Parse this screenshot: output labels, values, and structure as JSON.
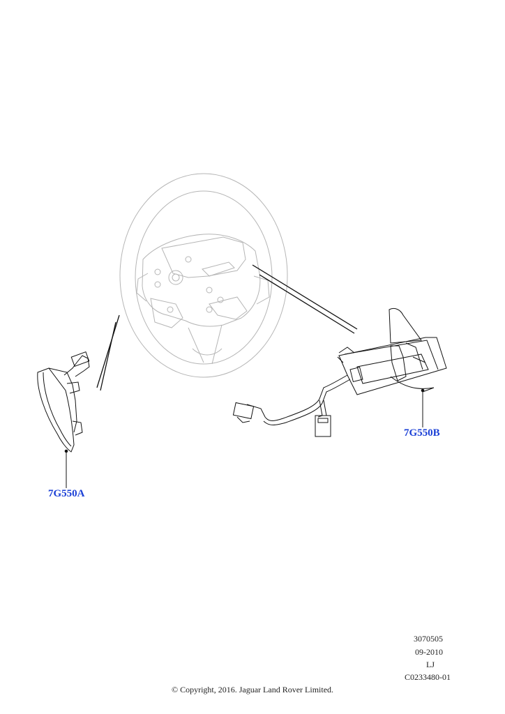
{
  "callouts": {
    "left_part": "7G550A",
    "right_part": "7G550B"
  },
  "illustration_ref": {
    "number": "3070505",
    "date": "09-2010",
    "initials": "LJ",
    "code": "C0233480-01"
  },
  "copyright": "© Copyright, 2016. Jaguar Land Rover Limited.",
  "colors": {
    "callout": "#1a3fd6",
    "ghost_lines": "#b5b5b5",
    "part_lines": "#111111"
  }
}
